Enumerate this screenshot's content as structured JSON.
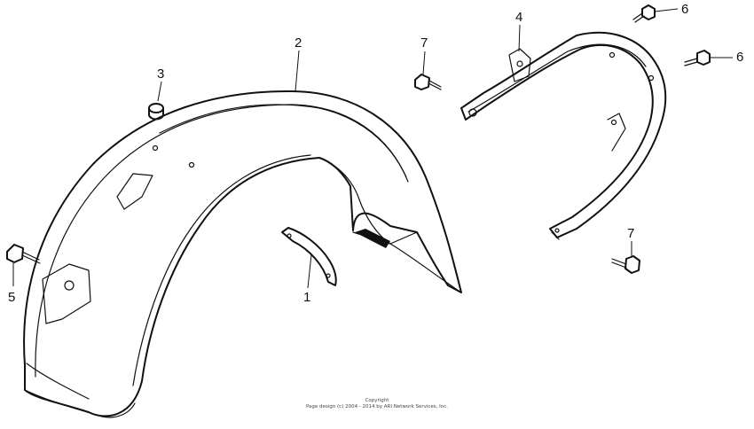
{
  "callouts": {
    "label_1": "1",
    "label_2": "2",
    "label_3": "3",
    "label_4": "4",
    "label_5": "5",
    "label_6a": "6",
    "label_6b": "6",
    "label_7a": "7",
    "label_7b": "7"
  },
  "footer": {
    "line1": "Copyright",
    "line2": "Page design (c) 2004 - 2014 by ARI Network Services, Inc."
  }
}
